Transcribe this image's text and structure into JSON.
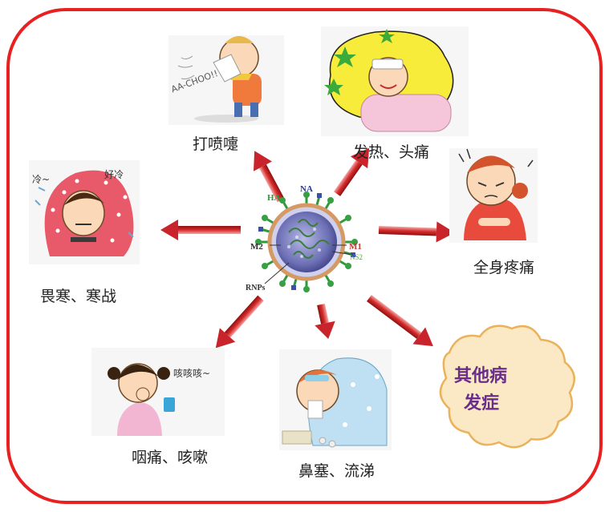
{
  "center": {
    "labels": {
      "ha": "HA",
      "na": "NA",
      "m1": "M1",
      "m2": "M2",
      "ns2": "NS2",
      "rnps": "RNPs"
    }
  },
  "symptoms": {
    "sneeze": "打喷嚏",
    "sneeze_sound": "AA-CHOO!!",
    "fever": "发热、头痛",
    "body_ache": "全身疼痛",
    "chills": "畏寒、寒战",
    "chills_word1": "冷~",
    "chills_word2": "好冷",
    "sore_throat": "咽痛、咳嗽",
    "cough_sound": "咳咳咳~",
    "nasal": "鼻塞、流涕"
  },
  "other": {
    "line1": "其他病",
    "line2": "发症"
  },
  "colors": {
    "frame": "#e8201f",
    "arrow": "#c9242b",
    "cloud_fill": "#fbe8c4",
    "cloud_stroke": "#eab25b",
    "cloud_text": "#6a2e8a"
  }
}
